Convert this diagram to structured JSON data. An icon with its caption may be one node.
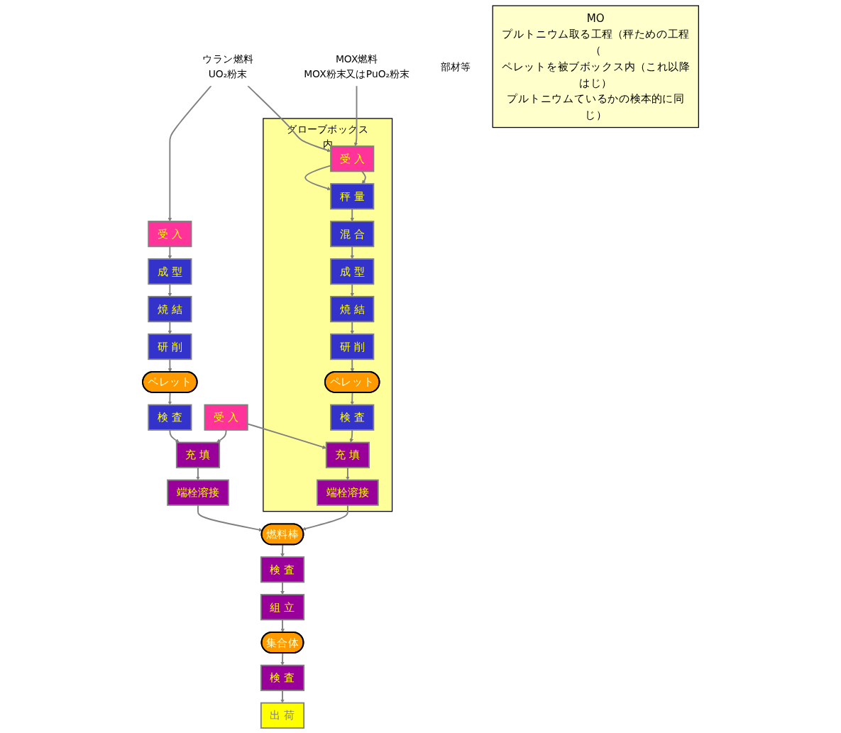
{
  "diagram": {
    "nodes": [
      {
        "text": [
          "ウラン燃料",
          "UO₂粉末"
        ]
      },
      {
        "text": [
          "MOX燃料",
          "MOX粉末又はPuO₂粉末"
        ]
      },
      {
        "text": [
          "受 入"
        ]
      },
      {
        "text": [
          "成 型"
        ]
      },
      {
        "text": [
          "焼 結"
        ]
      },
      {
        "text": [
          "研 削"
        ]
      },
      {
        "text": [
          "ペレット"
        ]
      },
      {
        "text": [
          "検 査"
        ]
      },
      {
        "text": [
          "充 填"
        ]
      },
      {
        "text": [
          "端栓溶接"
        ]
      },
      {
        "text": [
          "部材等"
        ]
      },
      {
        "text": [
          "受 入"
        ]
      },
      {
        "text": [
          "グローブボックス内"
        ]
      },
      {
        "text": [
          "受 入"
        ],
        "in": 12
      },
      {
        "text": [
          "秤 量"
        ],
        "in": 12
      },
      {
        "text": [
          "混 合"
        ],
        "in": 12
      },
      {
        "text": [
          "成 型"
        ],
        "in": 12
      },
      {
        "text": [
          "焼 結"
        ],
        "in": 12
      },
      {
        "text": [
          "研 削"
        ],
        "in": 12
      },
      {
        "text": [
          "ペレット"
        ],
        "in": 12
      },
      {
        "text": [
          "検 査"
        ],
        "in": 12
      },
      {
        "text": [
          "充 填"
        ],
        "in": 12
      },
      {
        "text": [
          "端栓溶接"
        ],
        "in": 12
      },
      {
        "text": [
          "MO",
          "プルトニウム取る工程（秤ための工程（",
          "ペレットを被ブボックス内（これ以降はじ）",
          "プルトニウムているかの検本的に同じ）"
        ]
      },
      {
        "text": [
          "燃料棒"
        ]
      },
      {
        "text": [
          "検 査"
        ]
      },
      {
        "text": [
          "組 立"
        ]
      },
      {
        "text": [
          "集合体"
        ]
      },
      {
        "text": [
          "検 査"
        ]
      },
      {
        "text": [
          "出 荷"
        ]
      }
    ],
    "edges": [
      {
        "from": 0,
        "to": 2,
        "arrow": "to"
      },
      {
        "from": 0,
        "to": 13,
        "arrow": "to"
      },
      {
        "from": 1,
        "to": 13,
        "arrow": "to"
      },
      {
        "from": 2,
        "to": 3,
        "arrow": "to"
      },
      {
        "from": 3,
        "to": 4,
        "arrow": "to"
      },
      {
        "from": 4,
        "to": 5,
        "arrow": "to"
      },
      {
        "from": 5,
        "to": 6,
        "arrow": "to"
      },
      {
        "from": 6,
        "to": 7,
        "arrow": "to"
      },
      {
        "from": 7,
        "to": 8,
        "arrow": "to"
      },
      {
        "from": 11,
        "to": 8,
        "arrow": "to"
      },
      {
        "from": 8,
        "to": 9,
        "arrow": "to"
      },
      {
        "from": 13,
        "to": 14,
        "arrow": "to"
      },
      {
        "from": 13,
        "to": 14,
        "arrow": "to"
      },
      {
        "from": 14,
        "to": 15,
        "arrow": "to"
      },
      {
        "from": 15,
        "to": 16,
        "arrow": "to"
      },
      {
        "from": 16,
        "to": 17,
        "arrow": "to"
      },
      {
        "from": 17,
        "to": 18,
        "arrow": "to"
      },
      {
        "from": 18,
        "to": 19,
        "arrow": "to"
      },
      {
        "from": 19,
        "to": 20,
        "arrow": "to"
      },
      {
        "from": 11,
        "to": 21,
        "arrow": "to"
      },
      {
        "from": 20,
        "to": 21,
        "arrow": "to"
      },
      {
        "from": 21,
        "to": 22,
        "arrow": "to"
      },
      {
        "from": 9,
        "to": 24,
        "arrow": "to"
      },
      {
        "from": 22,
        "to": 24,
        "arrow": "to"
      },
      {
        "from": 24,
        "to": 25,
        "arrow": "to"
      },
      {
        "from": 25,
        "to": 26,
        "arrow": "to"
      },
      {
        "from": 26,
        "to": 27,
        "arrow": "to"
      },
      {
        "from": 27,
        "to": 28,
        "arrow": "to"
      },
      {
        "from": 28,
        "to": 29,
        "arrow": "to"
      }
    ]
  }
}
